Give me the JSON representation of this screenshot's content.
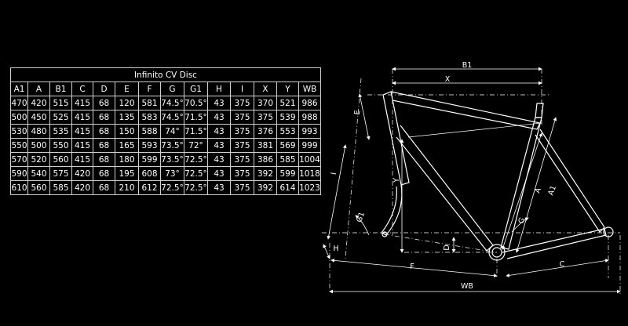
{
  "table": {
    "title": "Infinito CV Disc",
    "headers": [
      "A1",
      "A",
      "B1",
      "C",
      "D",
      "E",
      "F",
      "G",
      "G1",
      "H",
      "I",
      "X",
      "Y",
      "WB"
    ],
    "rows": [
      [
        "470",
        "420",
        "515",
        "415",
        "68",
        "120",
        "581",
        "74.5°",
        "70.5°",
        "43",
        "375",
        "370",
        "521",
        "986"
      ],
      [
        "500",
        "450",
        "525",
        "415",
        "68",
        "135",
        "583",
        "74.5°",
        "71.5°",
        "43",
        "375",
        "375",
        "539",
        "988"
      ],
      [
        "530",
        "480",
        "535",
        "415",
        "68",
        "150",
        "588",
        "74°",
        "71.5°",
        "43",
        "375",
        "376",
        "553",
        "993"
      ],
      [
        "550",
        "500",
        "550",
        "415",
        "68",
        "165",
        "593",
        "73.5°",
        "72°",
        "43",
        "375",
        "381",
        "569",
        "999"
      ],
      [
        "570",
        "520",
        "560",
        "415",
        "68",
        "180",
        "599",
        "73.5°",
        "72.5°",
        "43",
        "375",
        "386",
        "585",
        "1004"
      ],
      [
        "590",
        "540",
        "575",
        "420",
        "68",
        "195",
        "608",
        "73°",
        "72.5°",
        "43",
        "375",
        "392",
        "599",
        "1018"
      ],
      [
        "610",
        "560",
        "585",
        "420",
        "68",
        "210",
        "612",
        "72.5°",
        "72.5°",
        "43",
        "375",
        "392",
        "614",
        "1023"
      ]
    ]
  },
  "diagram": {
    "labels": {
      "b1": "B1",
      "x": "X",
      "e": "E",
      "y": "Y",
      "i": "I",
      "g1": "G1",
      "h": "H",
      "d": "D",
      "f": "F",
      "g": "G",
      "a": "A",
      "a1": "A1",
      "c": "C",
      "wb": "WB"
    }
  }
}
